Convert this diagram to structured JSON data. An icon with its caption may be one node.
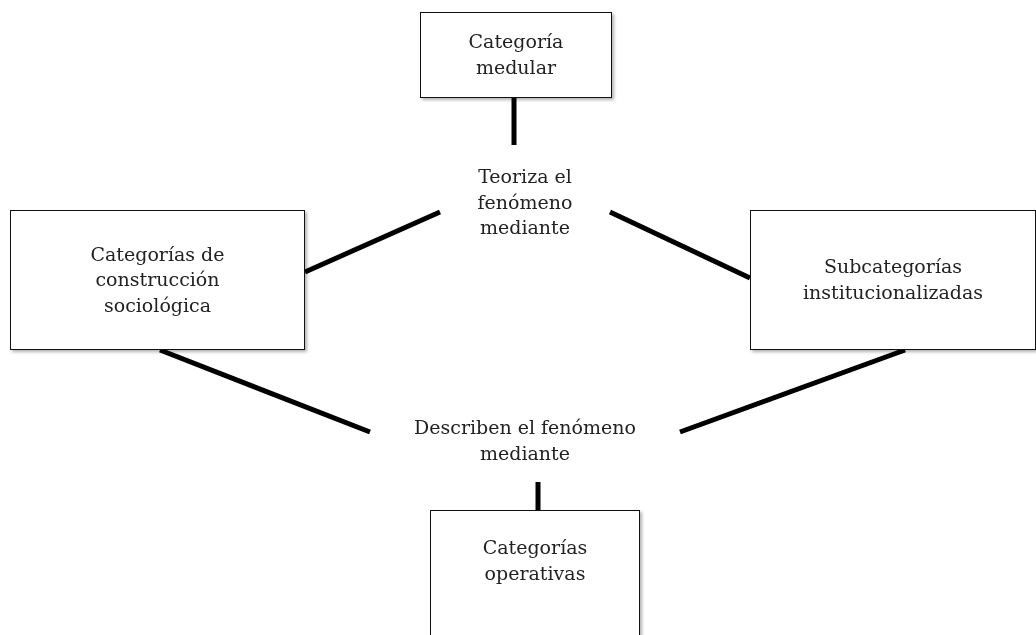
{
  "diagram": {
    "nodes": [
      {
        "text": [
          "Categoría medular"
        ]
      },
      {
        "text": [
          "Teoriza el fenómeno mediante"
        ]
      },
      {
        "text": [
          "Categorías de construcción sociológica"
        ]
      },
      {
        "text": [
          "Subcategorías institucionalizadas"
        ]
      },
      {
        "text": [
          "Describen el fenómeno mediante"
        ]
      },
      {
        "text": [
          "Categorías operativas"
        ]
      }
    ],
    "edges": [
      {
        "from": 0,
        "to": 1,
        "arrow": "none"
      },
      {
        "from": 1,
        "to": 2,
        "arrow": "none"
      },
      {
        "from": 1,
        "to": 3,
        "arrow": "none"
      },
      {
        "from": 2,
        "to": 4,
        "arrow": "none"
      },
      {
        "from": 3,
        "to": 4,
        "arrow": "none"
      },
      {
        "from": 4,
        "to": 5,
        "arrow": "none"
      }
    ]
  }
}
